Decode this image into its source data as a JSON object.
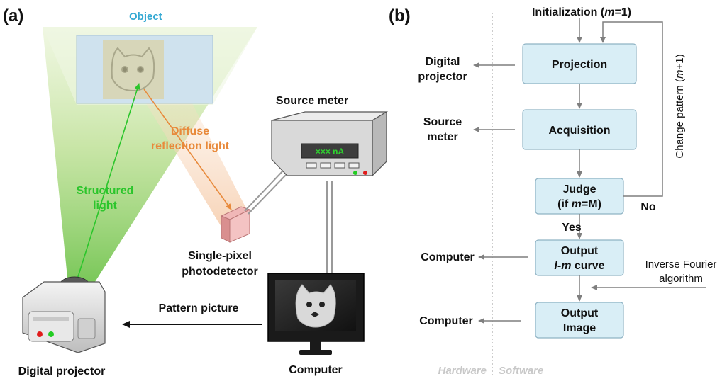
{
  "panel_a": {
    "label": "(a)",
    "object_label": "Object",
    "diffuse_label_line1": "Diffuse",
    "diffuse_label_line2": "reflection light",
    "structured_label_line1": "Structured",
    "structured_label_line2": "light",
    "source_meter_label": "Source meter",
    "meter_display": "×××  nA",
    "photodetector_line1": "Single-pixel",
    "photodetector_line2": "photodetector",
    "pattern_picture_label": "Pattern picture",
    "digital_projector_label": "Digital projector",
    "computer_label": "Computer",
    "colors": {
      "object_label": "#35a9d3",
      "diffuse": "#e8893a",
      "structured": "#2bc52b",
      "light_cone": "#a6d96a"
    }
  },
  "panel_b": {
    "label": "(b)",
    "init_prefix": "Initialization (",
    "init_var": "m",
    "init_suffix": "=1)",
    "box_projection": "Projection",
    "box_acquisition": "Acquisition",
    "box_judge_line1": "Judge",
    "box_judge_line2_prefix": "(if ",
    "box_judge_line2_var": "m",
    "box_judge_line2_suffix": "=M)",
    "box_output_curve_line1": "Output",
    "box_output_curve_var1": "I",
    "box_output_curve_mid": "-",
    "box_output_curve_var2": "m",
    "box_output_curve_suffix": " curve",
    "box_output_image_line1": "Output",
    "box_output_image_line2": "Image",
    "yes_label": "Yes",
    "no_label": "No",
    "change_pattern_prefix": "Change pattern (",
    "change_pattern_var": "m",
    "change_pattern_suffix": "+1)",
    "hw_digital_projector_line1": "Digital",
    "hw_digital_projector_line2": "projector",
    "hw_source_meter_line1": "Source",
    "hw_source_meter_line2": "meter",
    "hw_computer_1": "Computer",
    "hw_computer_2": "Computer",
    "inverse_fourier_line1": "Inverse Fourier",
    "inverse_fourier_line2": "algorithm",
    "hardware_label": "Hardware",
    "software_label": "Software",
    "colors": {
      "box_fill": "#d9eef6",
      "box_stroke": "#8fb3c4",
      "arrow": "#7f7f7f",
      "hw_sw_text": "#c8c8c8"
    }
  }
}
